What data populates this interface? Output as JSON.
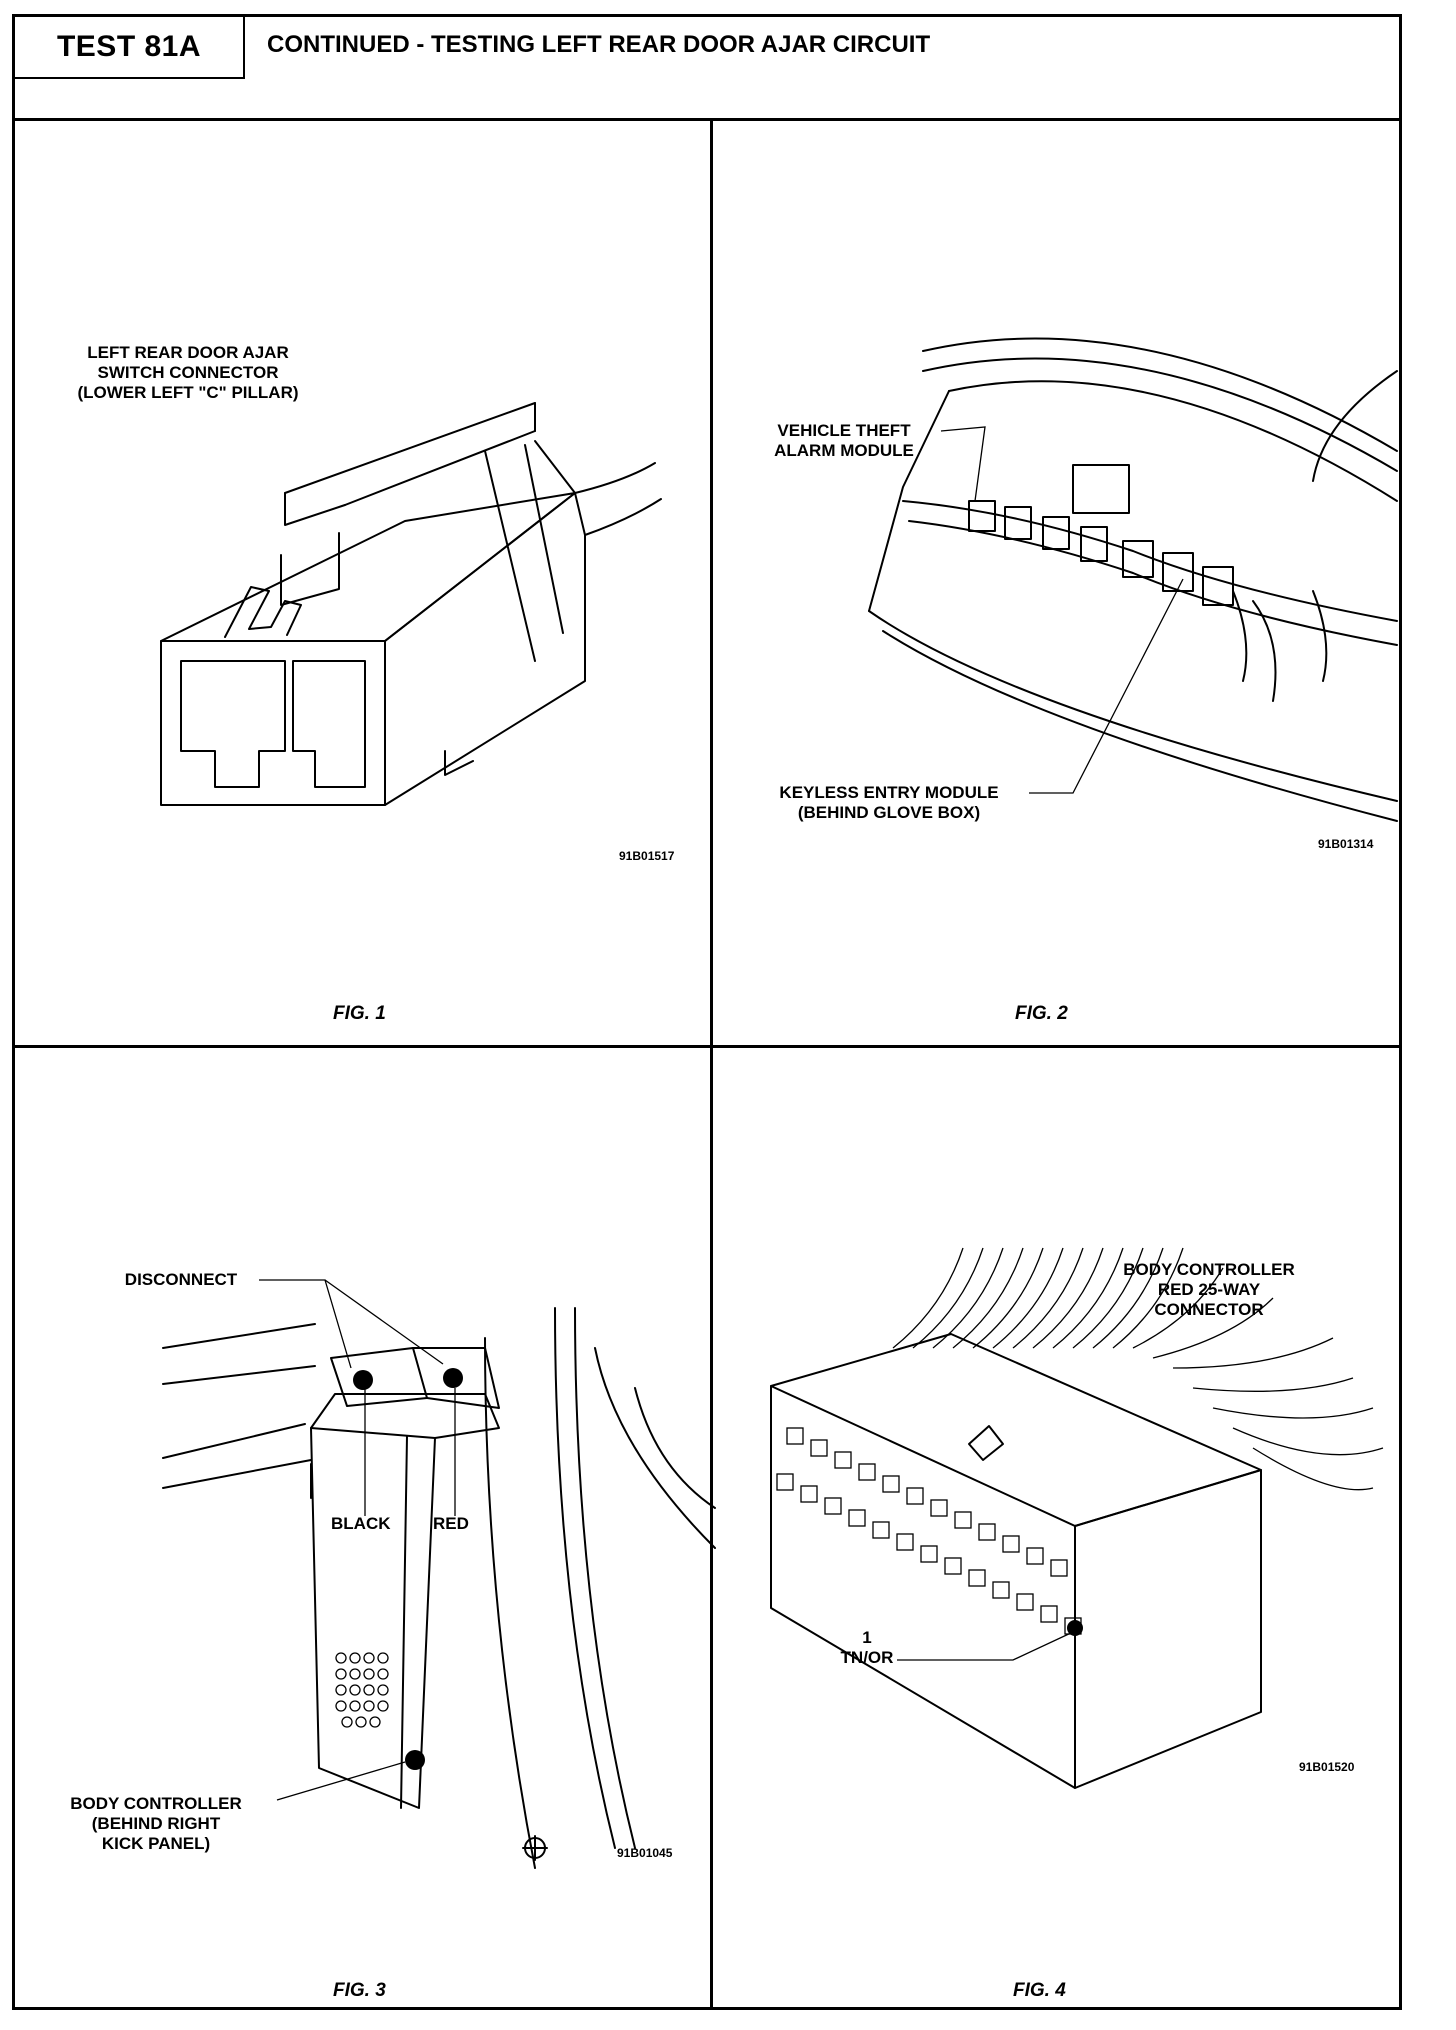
{
  "header": {
    "test_id": "TEST 81A",
    "title": "CONTINUED - TESTING LEFT REAR DOOR AJAR CIRCUIT"
  },
  "figures": [
    {
      "caption": "FIG. 1",
      "code": "91B01517",
      "labels": [
        "LEFT REAR DOOR AJAR\nSWITCH CONNECTOR\n(LOWER LEFT \"C\" PILLAR)"
      ]
    },
    {
      "caption": "FIG. 2",
      "code": "91B01314",
      "labels": [
        "VEHICLE THEFT\nALARM MODULE",
        "KEYLESS ENTRY MODULE\n(BEHIND GLOVE BOX)"
      ]
    },
    {
      "caption": "FIG. 3",
      "code": "91B01045",
      "labels": [
        "DISCONNECT",
        "BLACK",
        "RED",
        "BODY CONTROLLER\n(BEHIND RIGHT\nKICK PANEL)"
      ]
    },
    {
      "caption": "FIG. 4",
      "code": "91B01520",
      "labels": [
        "BODY CONTROLLER\nRED 25-WAY\nCONNECTOR",
        "1\nTN/OR"
      ]
    }
  ]
}
